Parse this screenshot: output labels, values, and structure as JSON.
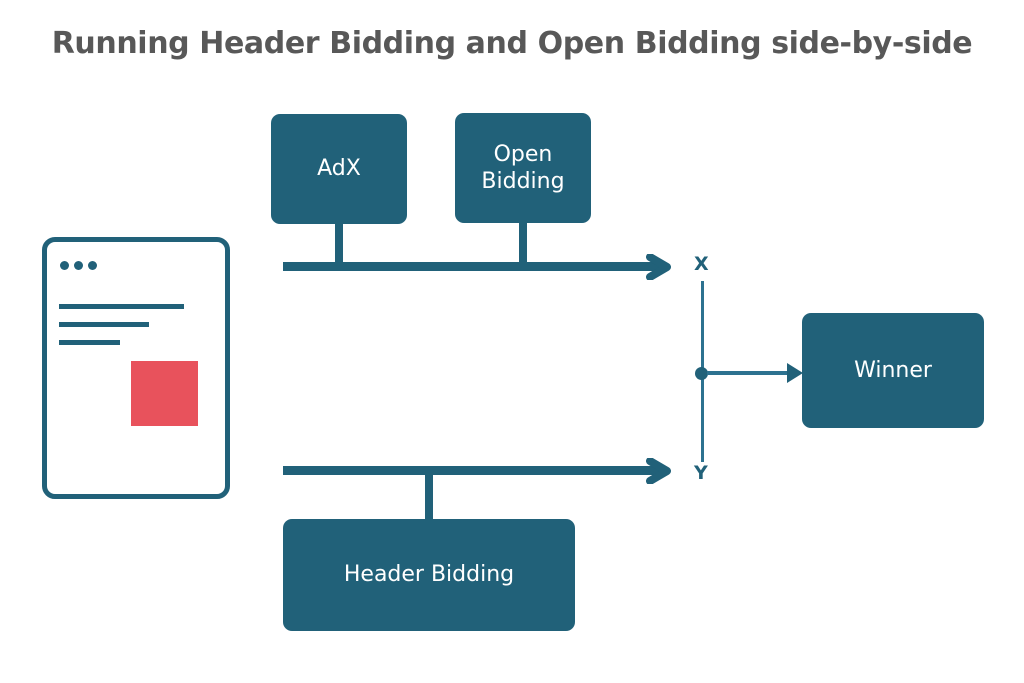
{
  "title": "Running Header Bidding and Open Bidding side-by-side",
  "colors": {
    "teal": "#216179",
    "teal_light": "#2d7290",
    "red_ad": "#e8525c",
    "title_gray": "#585858",
    "background": "#ffffff"
  },
  "nodes": {
    "adx": {
      "label": "AdX"
    },
    "open_bidding": {
      "label": "Open\nBidding",
      "line1": "Open",
      "line2": "Bidding"
    },
    "header_bidding": {
      "label": "Header Bidding"
    },
    "winner": {
      "label": "Winner"
    }
  },
  "junctions": {
    "x": {
      "label": "X"
    },
    "y": {
      "label": "Y"
    }
  },
  "mockup": {
    "name": "publisher-webpage",
    "dots": [
      "dot",
      "dot",
      "dot"
    ],
    "text_lines": [
      "line-long",
      "line-medium",
      "line-short"
    ],
    "ad_slot": "ad-placement"
  },
  "icons": {
    "chevron_arrow_top": "chevron-right-arrow-icon",
    "chevron_arrow_bottom": "chevron-right-arrow-icon",
    "winner_arrow": "triangle-right-arrow-icon",
    "junction_dot": "junction-dot-icon"
  }
}
